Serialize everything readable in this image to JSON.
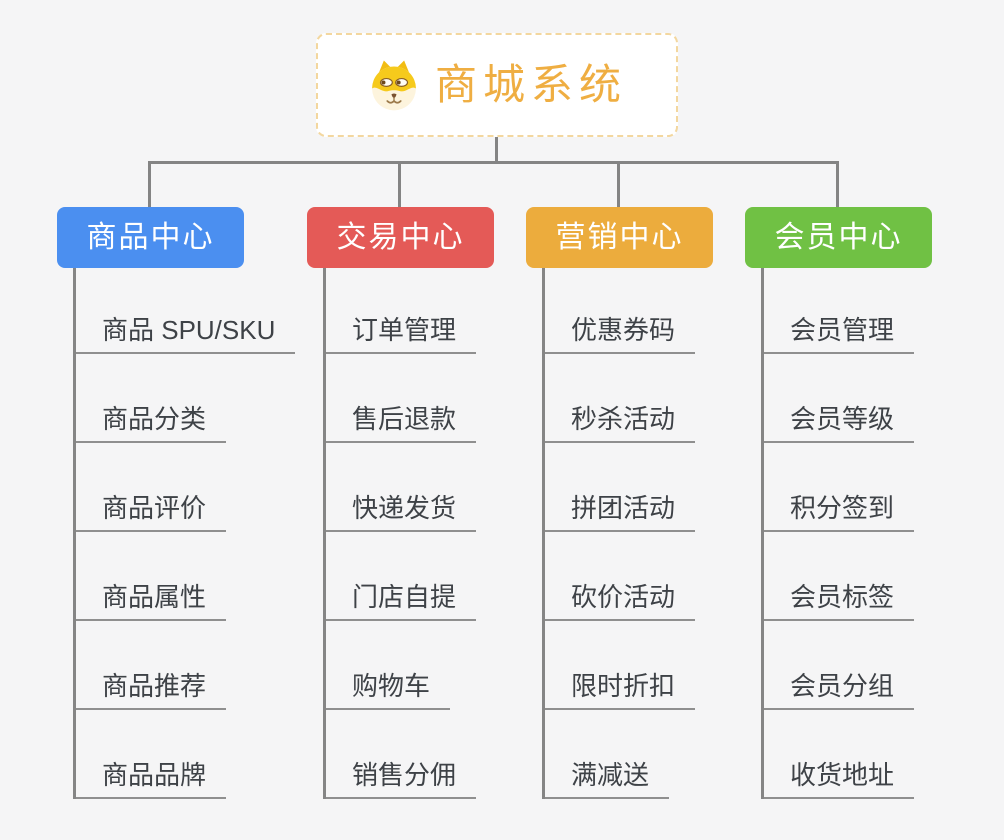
{
  "canvas": {
    "background": "#f5f5f6"
  },
  "root": {
    "title": "商城系统",
    "icon": "dog-face-icon",
    "text_color": "#efae42",
    "border_color": "#f3d79f"
  },
  "connector_color": "#848484",
  "branches": [
    {
      "id": "product-center",
      "label": "商品中心",
      "color": "#4b8ff0",
      "children": [
        "商品 SPU/SKU",
        "商品分类",
        "商品评价",
        "商品属性",
        "商品推荐",
        "商品品牌"
      ]
    },
    {
      "id": "trade-center",
      "label": "交易中心",
      "color": "#e45a57",
      "children": [
        "订单管理",
        "售后退款",
        "快递发货",
        "门店自提",
        "购物车",
        "销售分佣"
      ]
    },
    {
      "id": "marketing-center",
      "label": "营销中心",
      "color": "#ecac3d",
      "children": [
        "优惠券码",
        "秒杀活动",
        "拼团活动",
        "砍价活动",
        "限时折扣",
        "满减送"
      ]
    },
    {
      "id": "member-center",
      "label": "会员中心",
      "color": "#70c144",
      "children": [
        "会员管理",
        "会员等级",
        "积分签到",
        "会员标签",
        "会员分组",
        "收货地址"
      ]
    }
  ]
}
